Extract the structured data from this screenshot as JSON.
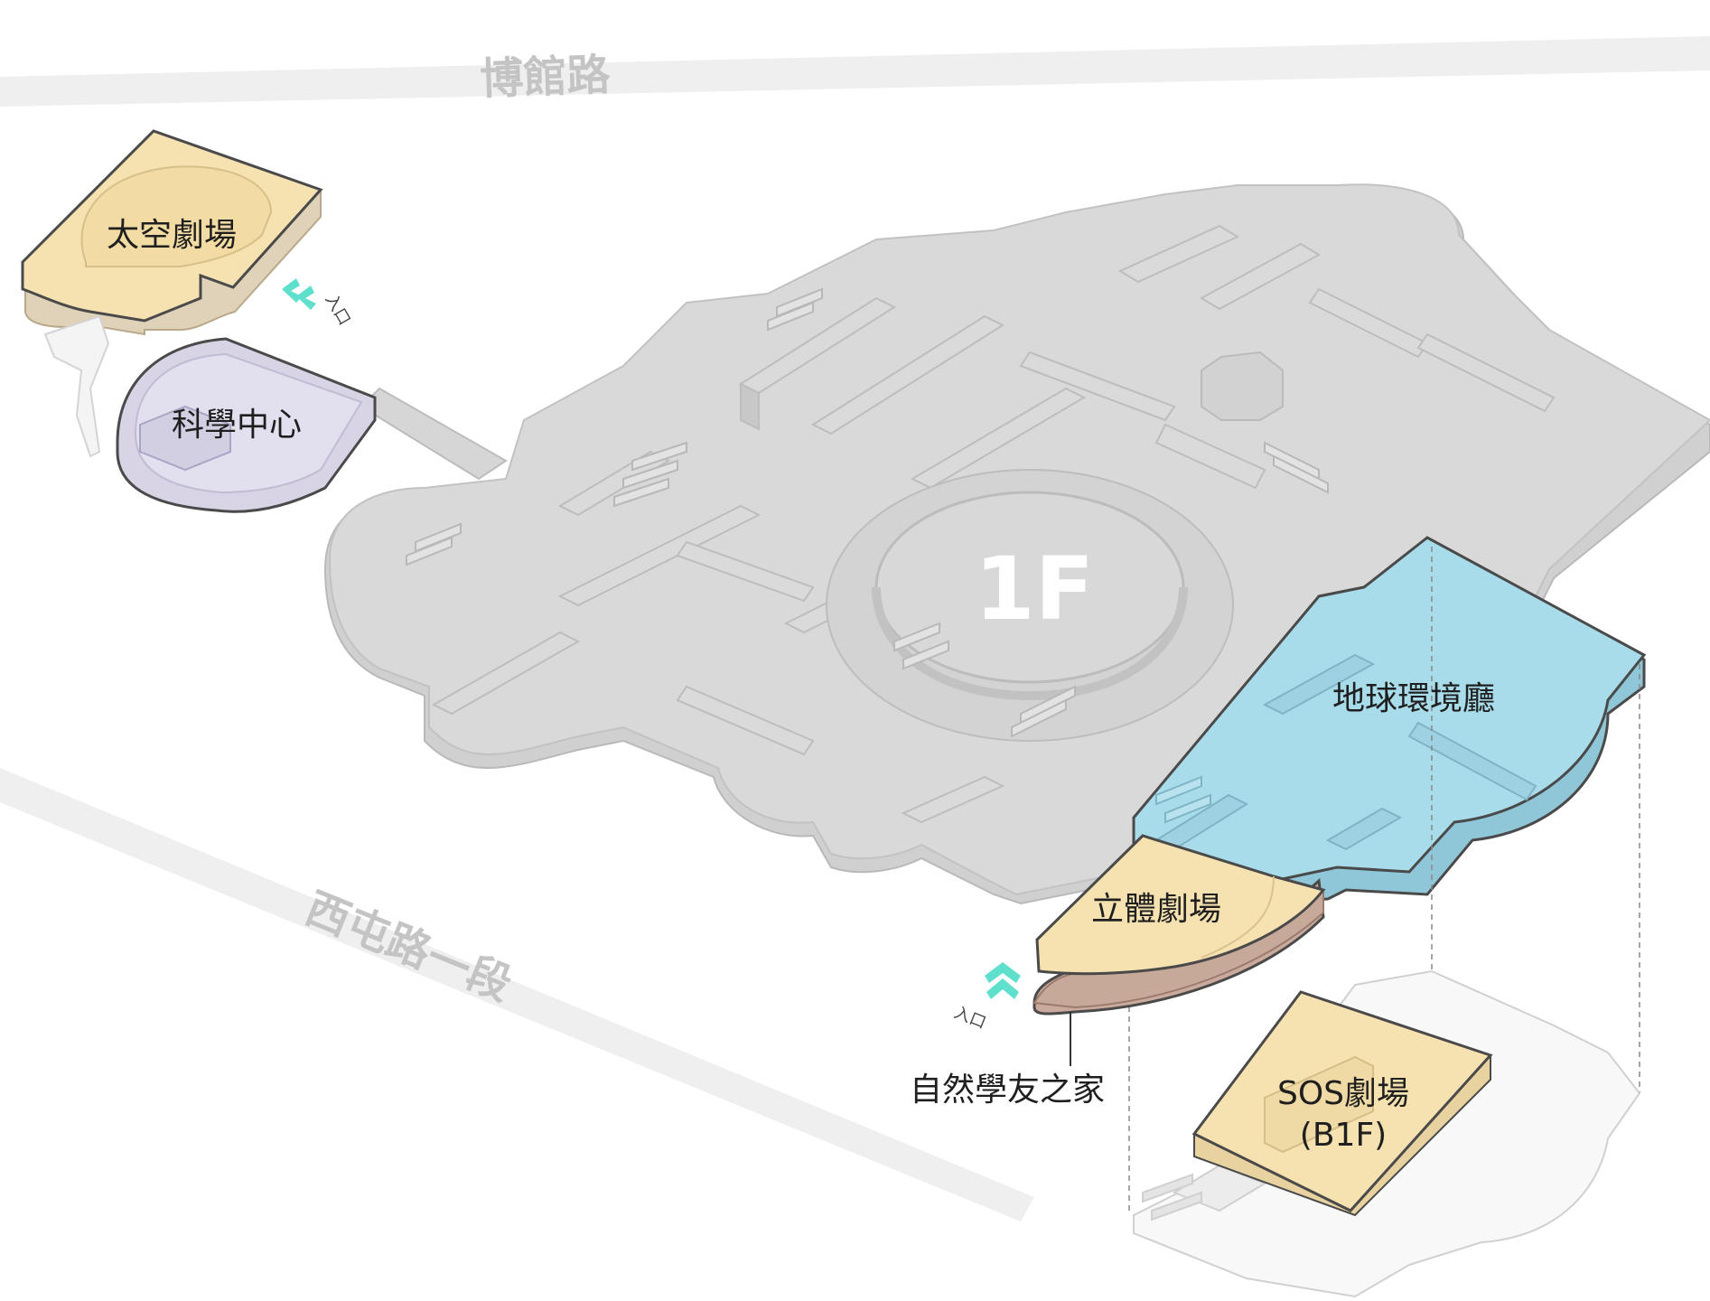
{
  "roads": {
    "north": "博館路",
    "south": "西屯路一段"
  },
  "floor_label": "1F",
  "areas": {
    "space_theater": "太空劇場",
    "science_center": "科學中心",
    "earth_hall": "地球環境廳",
    "stereo_theater": "立體劇場",
    "nature_friends": "自然學友之家",
    "sos_theater_line1": "SOS劇場",
    "sos_theater_line2": "(B1F)"
  },
  "entrances": {
    "north_entrance": "入口",
    "south_entrance": "入口"
  },
  "colors": {
    "space_theater": "#f6e2b0",
    "science_center": "#dcd9ea",
    "earth_hall": "#a8dcea",
    "stereo_theater": "#f6e2b0",
    "nature_friends": "#c9aa9c",
    "sos_theater": "#f6e2b0",
    "building": "#d6d6d6",
    "entrance_arrow": "#5fe0cc",
    "road": "#efefef"
  }
}
